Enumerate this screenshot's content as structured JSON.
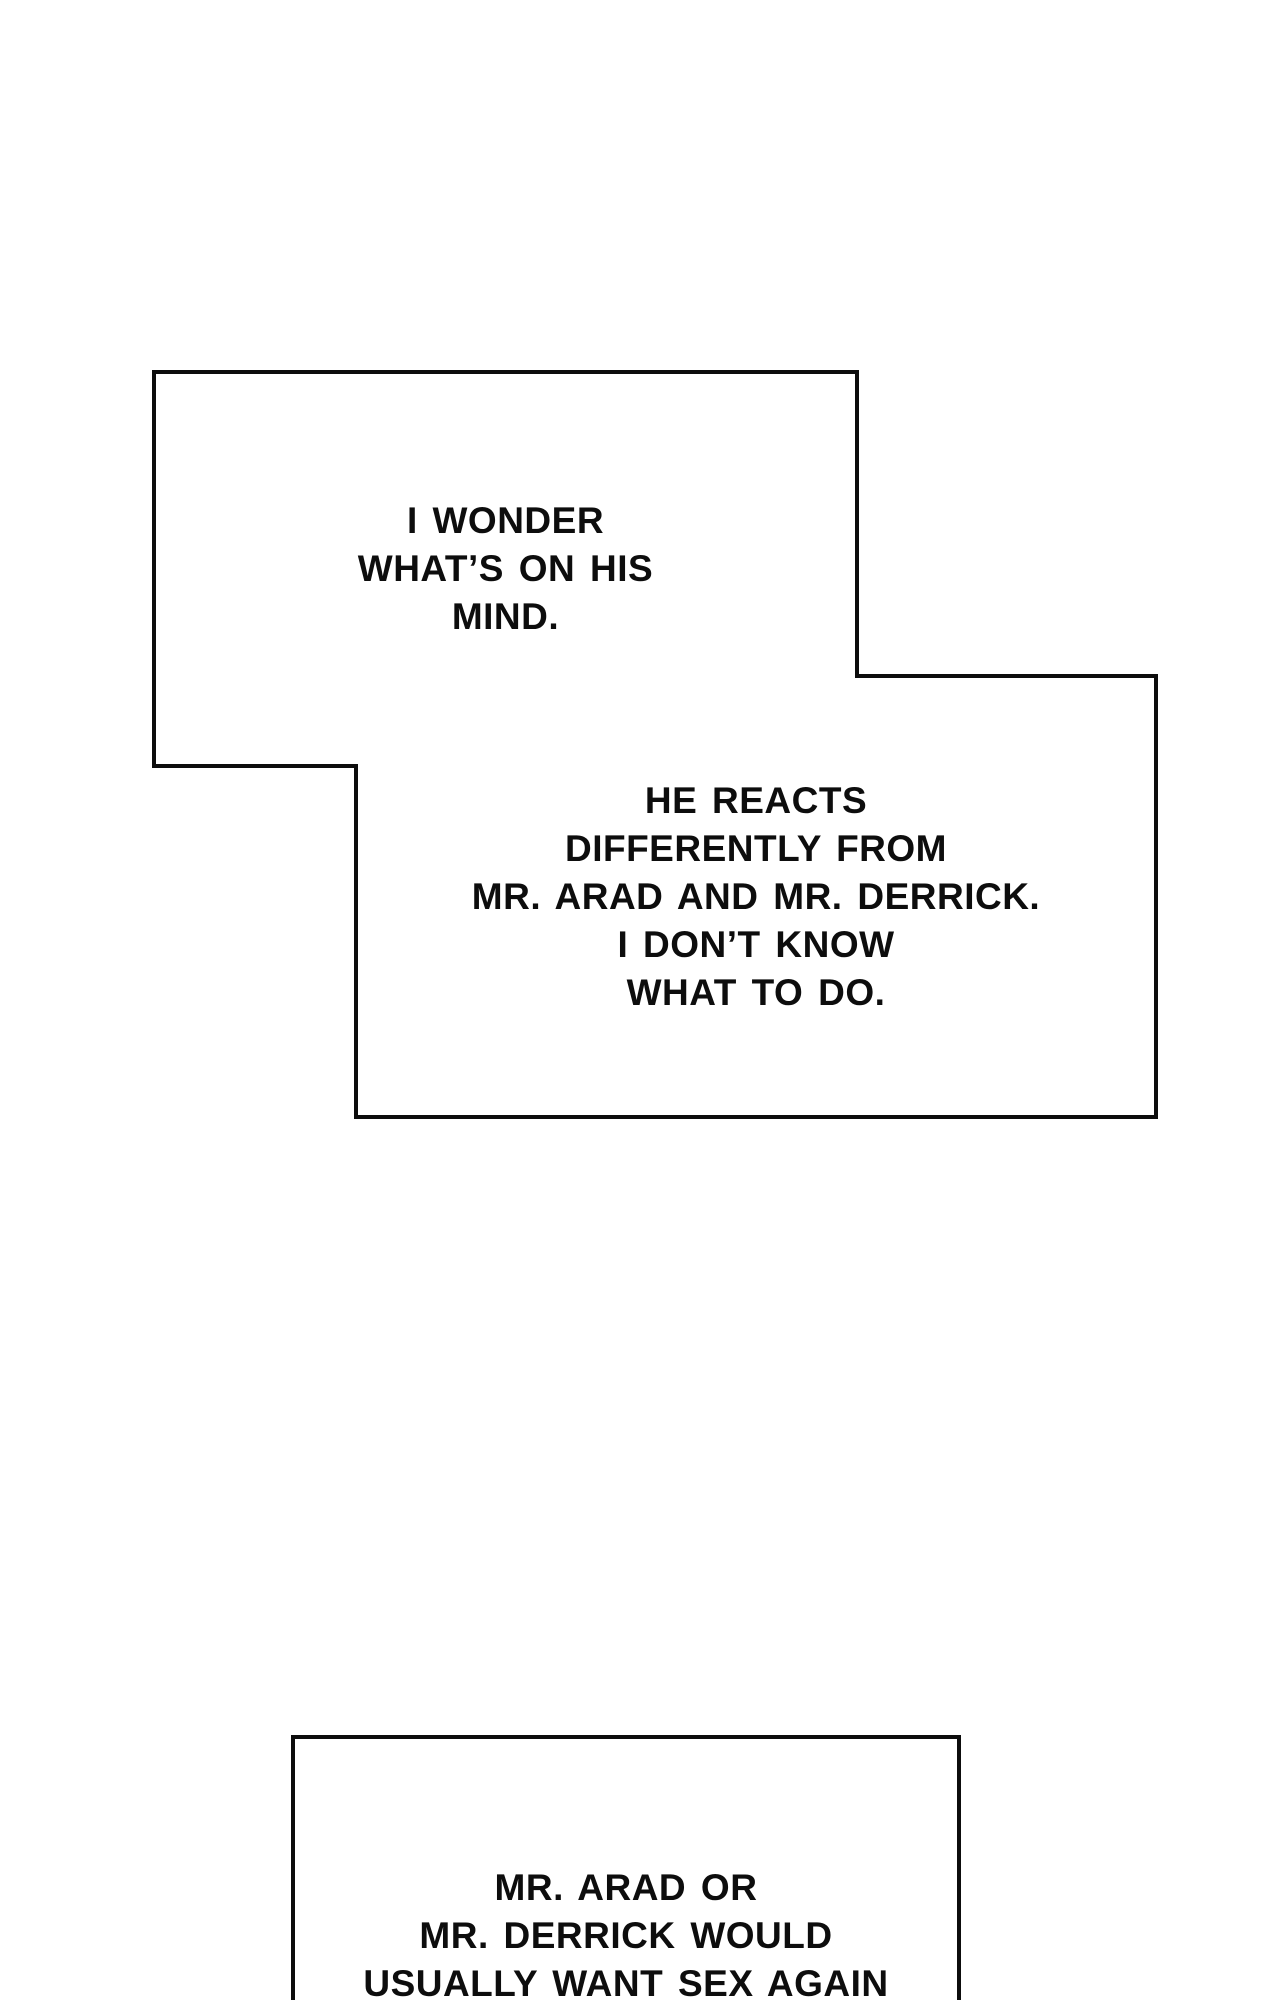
{
  "page": {
    "paper_color": "#ffffff",
    "ink_color": "#0d0d0d"
  },
  "bubbles": [
    {
      "name": "narration-box-1",
      "lines": [
        "I WONDER",
        "WHAT’S ON HIS",
        "MIND."
      ]
    },
    {
      "name": "narration-box-2",
      "lines": [
        "HE REACTS",
        "DIFFERENTLY FROM",
        "MR. ARAD AND MR. DERRICK.",
        "I DON’T KNOW",
        "WHAT TO DO."
      ]
    },
    {
      "name": "narration-box-3",
      "lines": [
        "MR. ARAD OR",
        "MR. DERRICK WOULD",
        "USUALLY WANT SEX AGAIN"
      ]
    }
  ]
}
